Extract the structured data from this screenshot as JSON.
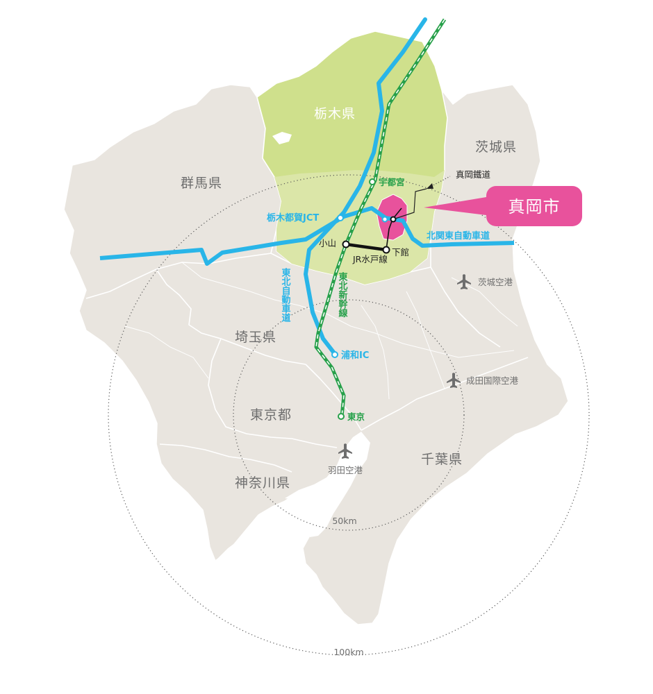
{
  "map": {
    "prefectures": {
      "tochigi": "栃木県",
      "ibaraki": "茨城県",
      "gunma": "群馬県",
      "saitama": "埼玉県",
      "tokyo": "東京都",
      "kanagawa": "神奈川県",
      "chiba": "千葉県"
    },
    "highlight": {
      "label": "真岡市",
      "color": "#e8529c"
    },
    "railway_callout": "真岡鐵道",
    "stations": {
      "utsunomiya": "宇都宮",
      "tochigi_tsuga_jct": "栃木都賀JCT",
      "oyama": "小山",
      "shimodate": "下館",
      "urawa_ic": "浦和IC",
      "tokyo": "東京"
    },
    "lines": {
      "jr_mito": "JR水戸線",
      "tohoku_expressway": "東北自動車道",
      "tohoku_shinkansen": "東北新幹線",
      "kita_kanto_expressway": "北関東自動車道"
    },
    "airports": {
      "ibaraki": "茨城空港",
      "narita": "成田国際空港",
      "haneda": "羽田空港"
    },
    "rings": {
      "r50": "50km",
      "r100": "100km"
    },
    "colors": {
      "land": "#e9e5df",
      "land_border": "#ffffff",
      "tochigi": "#cfe08c",
      "tochigi_south": "#dbe6a8",
      "expressway": "#29b5e8",
      "shinkansen": "#27a04a",
      "jr_mito": "#111111",
      "mooka": "#e8529c",
      "label_gray": "#6e6e6e"
    }
  }
}
